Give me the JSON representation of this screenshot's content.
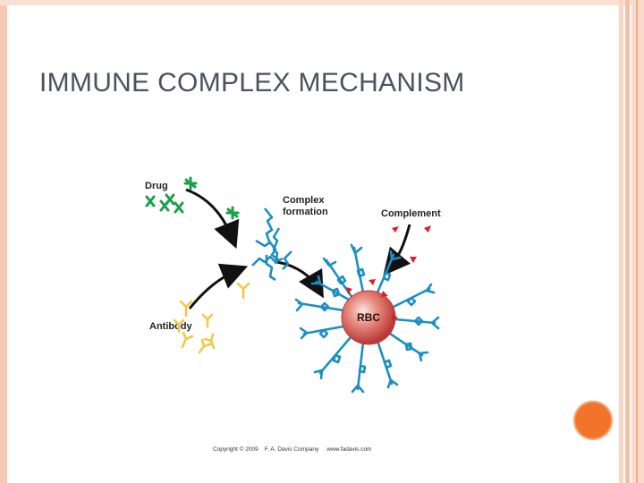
{
  "slide": {
    "title": "IMMUNE COMPLEX MECHANISM",
    "accent_color": "#f2732a",
    "frame_color": "#f6c9b4"
  },
  "diagram": {
    "labels": {
      "drug": "Drug",
      "complex_line1": "Complex",
      "complex_line2": "formation",
      "complement": "Complement",
      "antibody": "Antibody",
      "rbc": "RBC"
    },
    "colors": {
      "drug": "#1d9e4a",
      "antibody": "#f1c84a",
      "complex": "#1b8fc2",
      "complement": "#d2232a",
      "rbc": "#d9534f",
      "arrow": "#111111"
    }
  },
  "footer": {
    "copyright": "Copyright © 2009    F. A. Davis Company     www.fadavis.com"
  }
}
